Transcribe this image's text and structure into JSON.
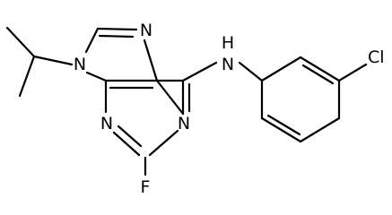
{
  "molecule": {
    "atoms": {
      "n7": "N",
      "n9": "N",
      "n3": "N",
      "n1": "N",
      "nh": "N",
      "h": "H",
      "f": "F",
      "cl": "Cl"
    }
  }
}
